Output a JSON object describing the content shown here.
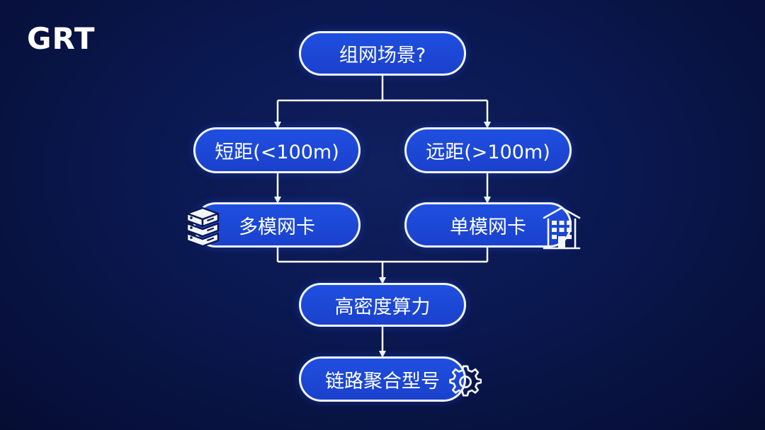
{
  "logo": {
    "text": "GRT"
  },
  "flow": {
    "root": "组网场景?",
    "short_range": "短距(<100m)",
    "long_range": "远距(>100m)",
    "multi_mode_nic": "多模网卡",
    "single_mode_nic": "单模网卡",
    "high_density_compute": "高密度算力",
    "link_aggregation_model": "链路聚合型号"
  },
  "icons": {
    "multi_mode": "server-rack-icon",
    "single_mode": "building-icon",
    "link_aggregation": "gear-icon"
  },
  "colors": {
    "background": "#0a1850",
    "node_fill": "#1d48d8",
    "node_border": "#f2f5ff",
    "text": "#ffffff"
  }
}
